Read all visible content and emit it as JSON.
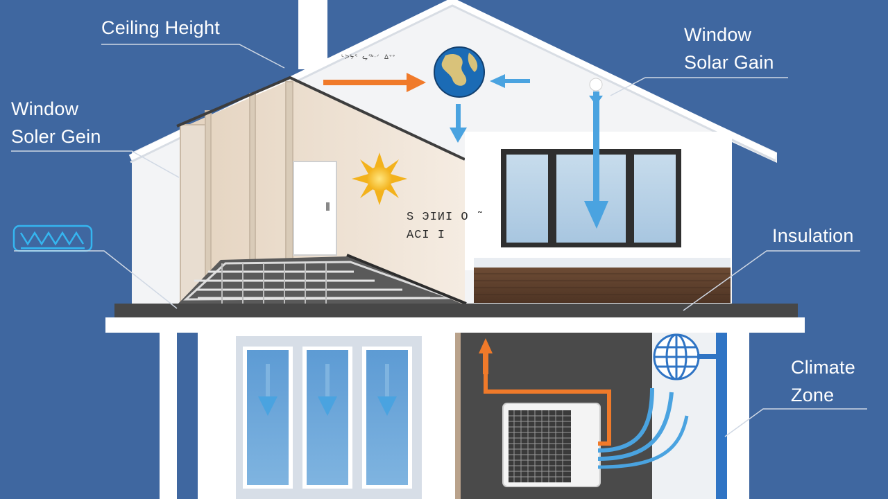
{
  "labels": {
    "ceiling_height": "Ceiling Height",
    "window_solar_gain_right_line1": "Window",
    "window_solar_gain_right_line2": "Solar Gain",
    "window_solar_gain_left_line1": "Window",
    "window_solar_gain_left_line2": "Soler Gein",
    "insulation": "Insulation",
    "climate_zone_line1": "Climate",
    "climate_zone_line2": "Zone"
  },
  "wall_text": {
    "line1": "S ЭIИI O ˜",
    "line2": "ACI I"
  },
  "scribble_text": "ᒡᐳᔭᕐ ᖤᖅᐧᐟ ᐃᐡᐤ",
  "icons": [
    "globe-icon",
    "sun-icon",
    "grid-globe-icon",
    "ac-unit-icon",
    "vent-icon"
  ],
  "colors": {
    "background": "#3f67a0",
    "house_wall": "#ffffff",
    "interior_wall": "#eadccb",
    "heat_arrow": "#f07a2a",
    "cool_arrow": "#4aa3e0",
    "roof": "#f3f4f6",
    "floor_wood": "#6b4a35",
    "ac_room": "#4a4a4a"
  }
}
